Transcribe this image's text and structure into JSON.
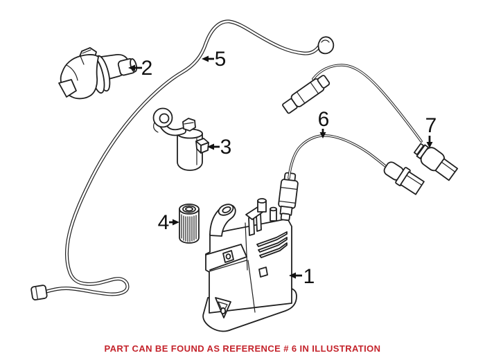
{
  "illustration": {
    "callouts": [
      {
        "ref": "1",
        "part": "charcoal-canister"
      },
      {
        "ref": "2",
        "part": "leak-detection-pump"
      },
      {
        "ref": "3",
        "part": "purge-valve"
      },
      {
        "ref": "4",
        "part": "canister-filter"
      },
      {
        "ref": "5",
        "part": "vent-hose"
      },
      {
        "ref": "6",
        "part": "oxygen-sensor-cable"
      },
      {
        "ref": "7",
        "part": "oxygen-sensor-connector"
      }
    ]
  },
  "caption": {
    "text": "PART CAN BE FOUND AS REFERENCE # 6 IN ILLUSTRATION",
    "color": "#c4232b"
  },
  "colors": {
    "background": "#ffffff",
    "line_art": "#1f1f1f",
    "caption": "#c4232b"
  }
}
